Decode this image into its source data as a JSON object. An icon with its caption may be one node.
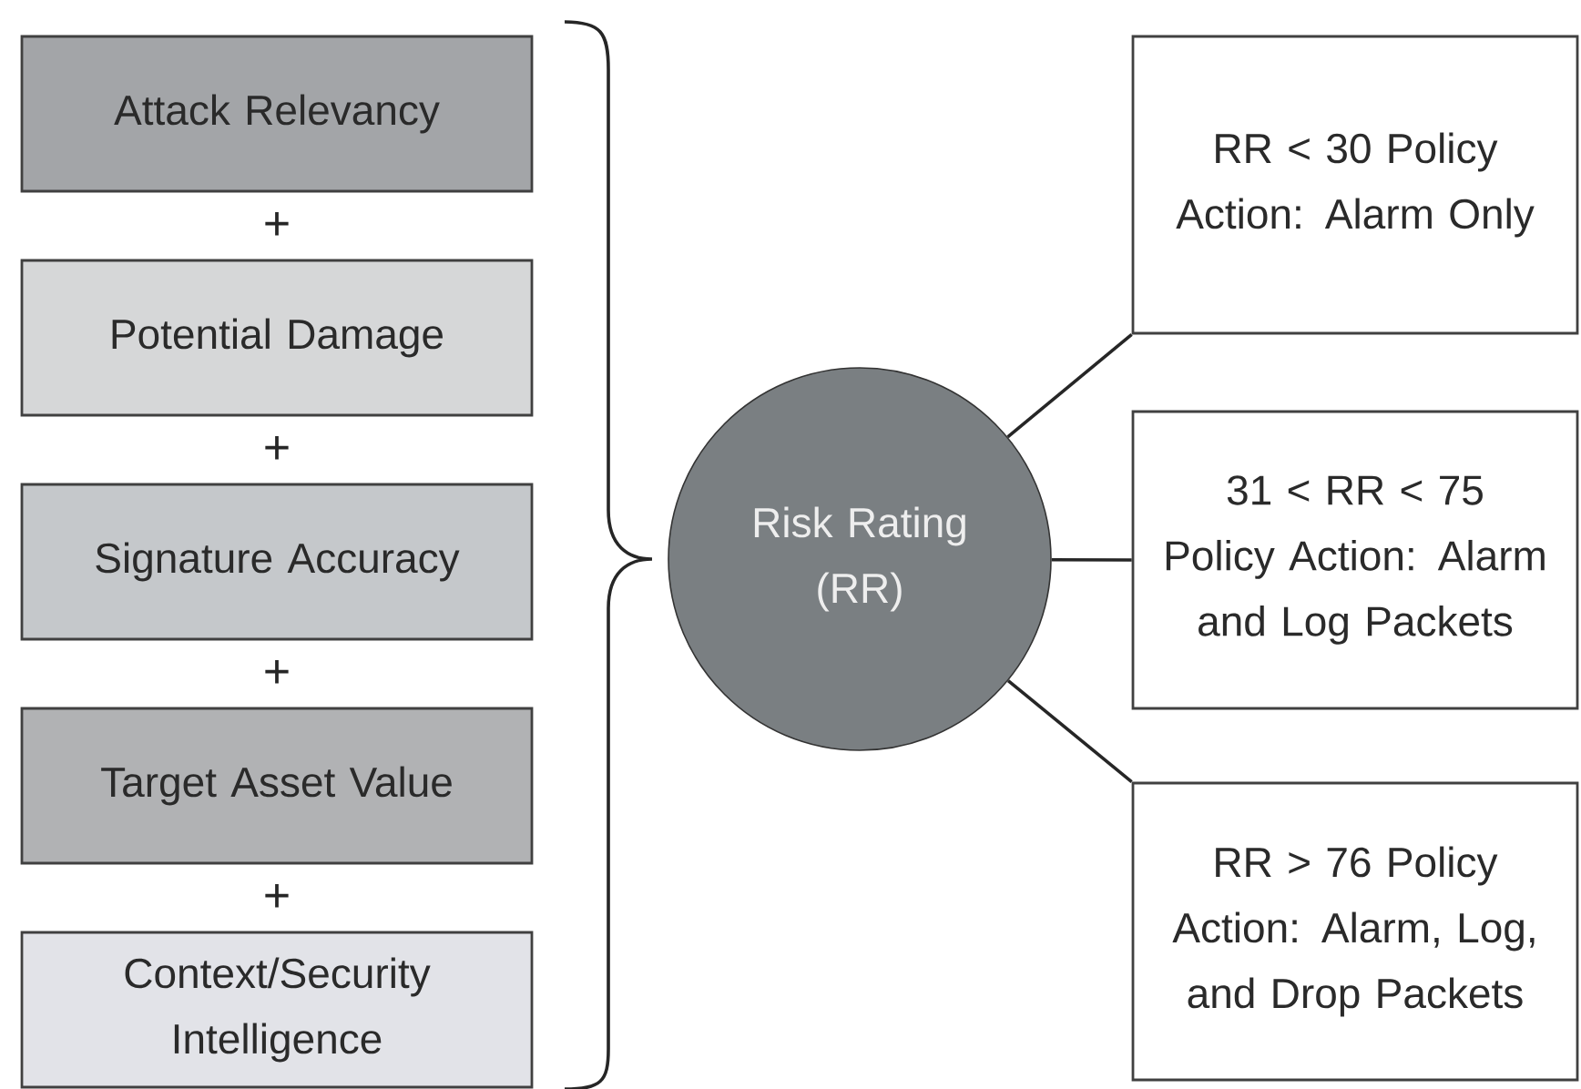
{
  "diagram": {
    "nodes": [
      {
        "text": [
          "Attack Relevancy"
        ]
      },
      {
        "text": [
          "Potential Damage"
        ]
      },
      {
        "text": [
          "Signature Accuracy"
        ]
      },
      {
        "text": [
          "Target Asset Value"
        ]
      },
      {
        "text": [
          "Context/Security Intelligence"
        ]
      },
      {
        "text": [
          "Risk Rating (RR)"
        ]
      },
      {
        "text": [
          "RR < 30 Policy Action: Alarm Only"
        ]
      },
      {
        "text": [
          "31 < RR < 75 Policy Action: Alarm and Log Packets"
        ]
      },
      {
        "text": [
          "RR > 76 Policy Action: Alarm, Log, and Drop Packets"
        ]
      }
    ],
    "edges": [
      {
        "from": 5,
        "to": 6,
        "arrow": "none"
      },
      {
        "from": 5,
        "to": 7,
        "arrow": "none"
      },
      {
        "from": 5,
        "to": 8,
        "arrow": "none"
      }
    ],
    "labels": [
      "+",
      "+",
      "+",
      "+"
    ]
  }
}
